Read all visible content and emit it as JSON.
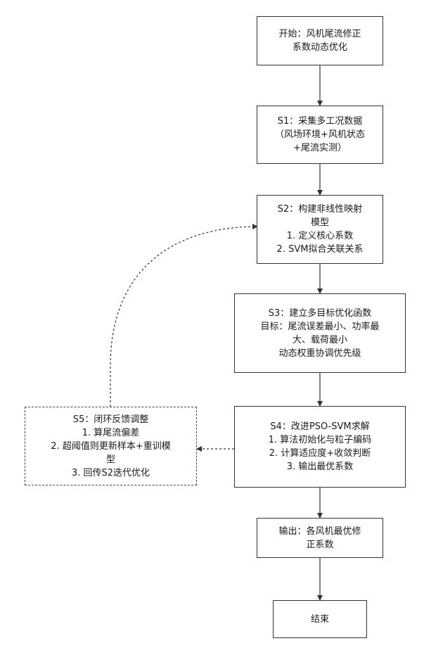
{
  "nodes": {
    "start": {
      "lines": [
        "开始：风机尾流修正",
        "系数动态优化"
      ]
    },
    "s1": {
      "lines": [
        "S1：采集多工况数据",
        "（风场环境+风机状态",
        "+尾流实测）"
      ]
    },
    "s2": {
      "lines": [
        "S2：构建非线性映射",
        "模型",
        "1. 定义核心系数",
        "2. SVM拟合关联关系"
      ]
    },
    "s3": {
      "lines": [
        "S3：建立多目标优化函数",
        "目标：尾流误差最小、功率最",
        "大、载荷最小",
        "动态权重协调优先级"
      ]
    },
    "s4": {
      "lines": [
        "S4：改进PSO-SVM求解",
        "1. 算法初始化与粒子编码",
        "2. 计算适应度+收敛判断",
        "3. 输出最优系数"
      ]
    },
    "s5": {
      "lines": [
        "S5：闭环反馈调整",
        "1. 算尾流偏差",
        "2. 超阈值则更新样本+重训模",
        "型",
        "3. 回传S2迭代优化"
      ]
    },
    "output": {
      "lines": [
        "输出：各风机最优修",
        "正系数"
      ]
    },
    "end": {
      "lines": [
        "结束"
      ]
    }
  },
  "colors": {
    "stroke": "#333333",
    "text": "#1a1a1a"
  }
}
